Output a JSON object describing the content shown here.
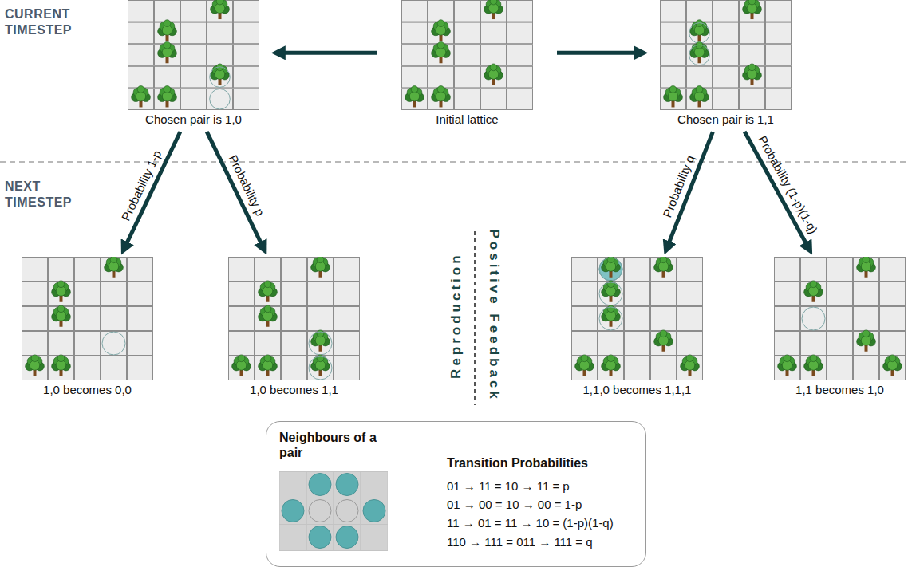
{
  "diagram": {
    "nodes": [
      {
        "text": [
          "Chosen pair is 1,0"
        ]
      },
      {
        "text": [
          "Initial lattice"
        ]
      },
      {
        "text": [
          "Chosen pair is 1,1"
        ]
      },
      {
        "text": [
          "1,0 becomes 0,0"
        ]
      },
      {
        "text": [
          "1,0 becomes 1,1"
        ]
      },
      {
        "text": [
          "1,1,0 becomes 1,1,1"
        ]
      },
      {
        "text": [
          "1,1 becomes 1,0"
        ]
      },
      {
        "text": [
          "Neighbours of a pair",
          "Transition Probabilities",
          "01 → 11 = 10 → 11 = p",
          "01 → 00 = 10 → 00 = 1-p",
          "11 → 01 = 11 → 10 = (1-p)(1-q)",
          "110 → 111 = 011 → 111 = q"
        ]
      }
    ],
    "edges": [
      {
        "from": 1,
        "to": 0,
        "arrow": "to"
      },
      {
        "from": 1,
        "to": 2,
        "arrow": "to"
      },
      {
        "from": 0,
        "to": 3,
        "label": "Probability 1-p",
        "arrow": "to"
      },
      {
        "from": 0,
        "to": 4,
        "label": "Probability p",
        "arrow": "to"
      },
      {
        "from": 2,
        "to": 5,
        "label": "Probability q",
        "arrow": "to"
      },
      {
        "from": 2,
        "to": 6,
        "label": "Probability (1-p)(1-q)",
        "arrow": "to"
      }
    ],
    "labels": [
      "CURRENT TIMESTEP",
      "NEXT TIMESTEP",
      "Reproduction",
      "Positive Feedback"
    ]
  }
}
